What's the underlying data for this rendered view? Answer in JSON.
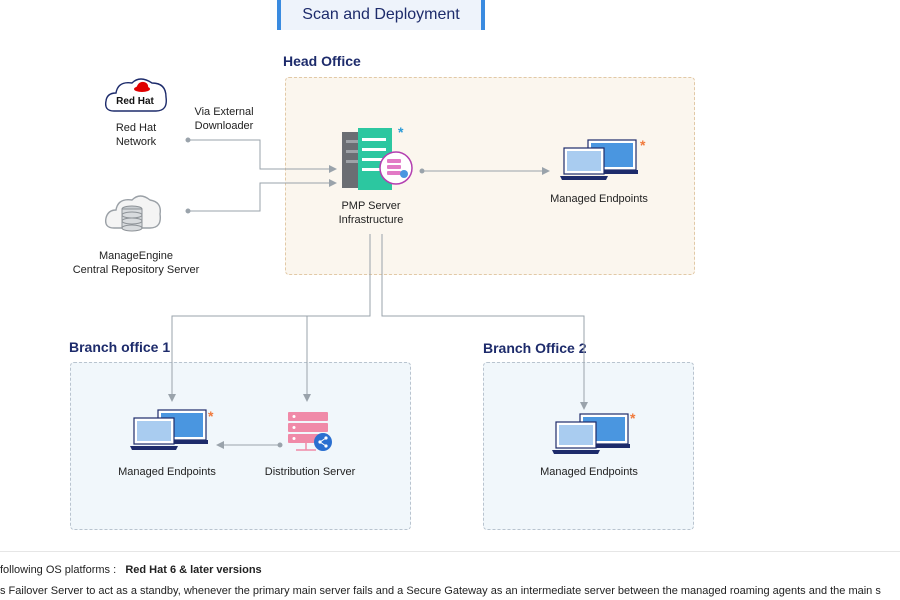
{
  "title": "Scan and Deployment",
  "regions": {
    "head_office": "Head Office",
    "branch_office_1": "Branch office 1",
    "branch_office_2": "Branch Office 2"
  },
  "nodes": {
    "redhat_logo_text": "Red Hat",
    "redhat_network": [
      "Red Hat",
      "Network"
    ],
    "via_external": [
      "Via External",
      "Downloader"
    ],
    "manageengine": [
      "ManageEngine",
      "Central Repository Server"
    ],
    "pmp_server": [
      "PMP Server",
      "Infrastructure"
    ],
    "managed_endpoints_head": "Managed Endpoints",
    "managed_endpoints_b1": "Managed Endpoints",
    "distribution_server": "Distribution Server",
    "managed_endpoints_b2": "Managed Endpoints",
    "asterisk": "*"
  },
  "footer": {
    "os_prefix": "following OS platforms :",
    "os_value": "Red Hat 6 & later versions",
    "failover_text": "s Failover Server to act as a standby, whenever the primary main server fails and a Secure Gateway as an intermediate server between the managed roaming agents and the main s"
  },
  "colors": {
    "title": "#1d2b6b",
    "asterisk_blue": "#2a9bd8",
    "asterisk_orange": "#f07a3c",
    "server_green": "#2cc7a0",
    "server_gray": "#6b6e73",
    "monitor_blue": "#4a96e0",
    "connector": "#9aa3ab",
    "redhat_red": "#e00000",
    "distribution_pink": "#f08aa8"
  }
}
